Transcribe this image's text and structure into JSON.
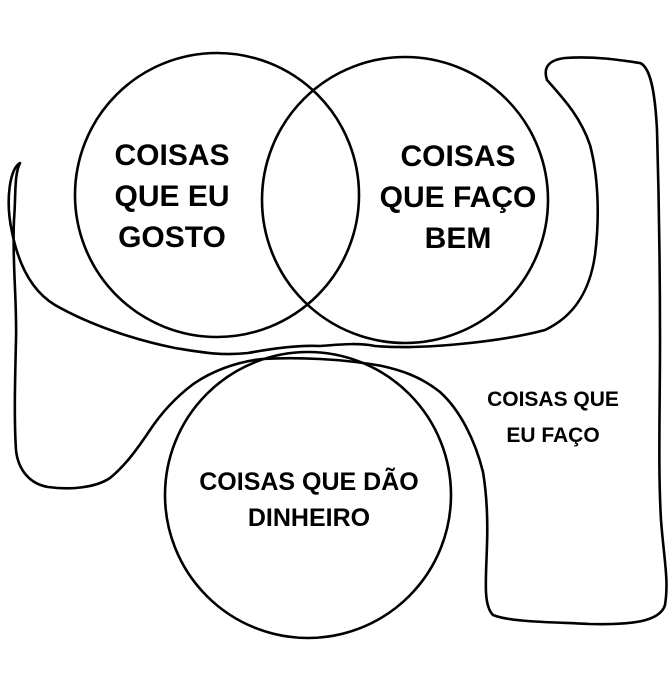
{
  "labels": {
    "likes": [
      "COISAS",
      "QUE EU",
      "GOSTO"
    ],
    "good_at": [
      "COISAS",
      "QUE FAÇO",
      "BEM"
    ],
    "money": [
      "COISAS QUE DÃO",
      "DINHEIRO"
    ],
    "do": [
      "COISAS QUE",
      "EU FAÇO"
    ]
  }
}
